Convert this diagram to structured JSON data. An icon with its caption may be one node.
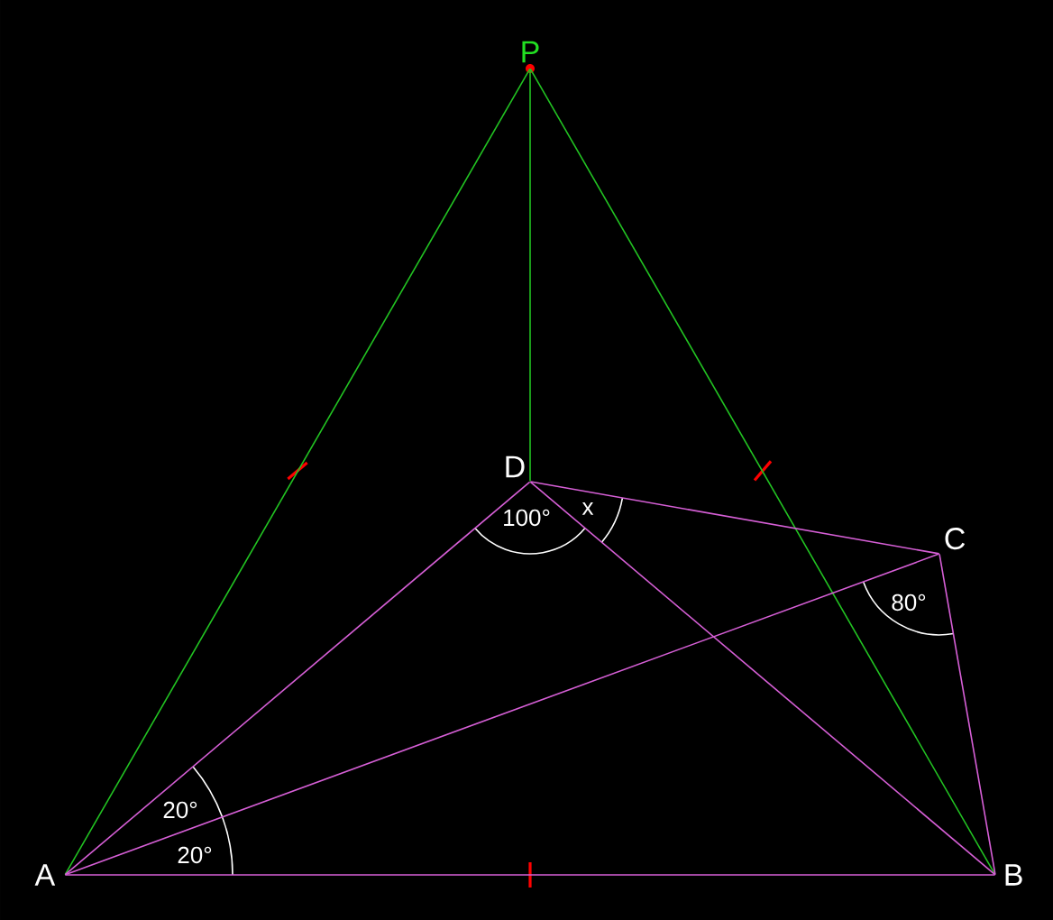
{
  "diagram": {
    "nodes": [
      {
        "text": [
          "P"
        ]
      },
      {
        "text": [
          "D"
        ]
      },
      {
        "text": [
          "C"
        ]
      },
      {
        "text": [
          "A"
        ]
      },
      {
        "text": [
          "B"
        ]
      }
    ],
    "edges": [
      {
        "from": 0,
        "to": 3,
        "arrow": "none",
        "color": "#22c322"
      },
      {
        "from": 0,
        "to": 1,
        "arrow": "none",
        "color": "#22c322"
      },
      {
        "from": 0,
        "to": 4,
        "arrow": "none",
        "color": "#22c322"
      },
      {
        "from": 1,
        "to": 3,
        "arrow": "none"
      },
      {
        "from": 1,
        "to": 4,
        "arrow": "none"
      },
      {
        "from": 1,
        "to": 2,
        "arrow": "none"
      },
      {
        "from": 2,
        "to": 3,
        "arrow": "none"
      },
      {
        "from": 2,
        "to": 4,
        "arrow": "none"
      },
      {
        "from": 3,
        "to": 4,
        "arrow": "none"
      }
    ],
    "labels": [
      "100°",
      "x",
      "80°",
      "20°",
      "20°"
    ]
  }
}
